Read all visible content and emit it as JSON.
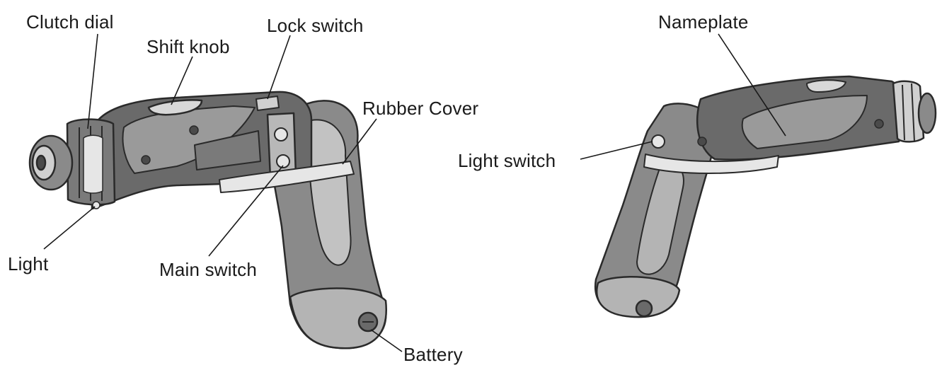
{
  "labels": {
    "clutch_dial": "Clutch dial",
    "shift_knob": "Shift knob",
    "lock_switch": "Lock switch",
    "rubber_cover": "Rubber Cover",
    "light": "Light",
    "main_switch": "Main switch",
    "battery": "Battery",
    "nameplate": "Nameplate",
    "light_switch": "Light switch"
  },
  "colors": {
    "outline": "#2a2a2a",
    "body_dark": "#5e5e5e",
    "body_mid": "#8a8a8a",
    "body_light": "#c2c2c2",
    "highlight": "#e6e6e6"
  }
}
